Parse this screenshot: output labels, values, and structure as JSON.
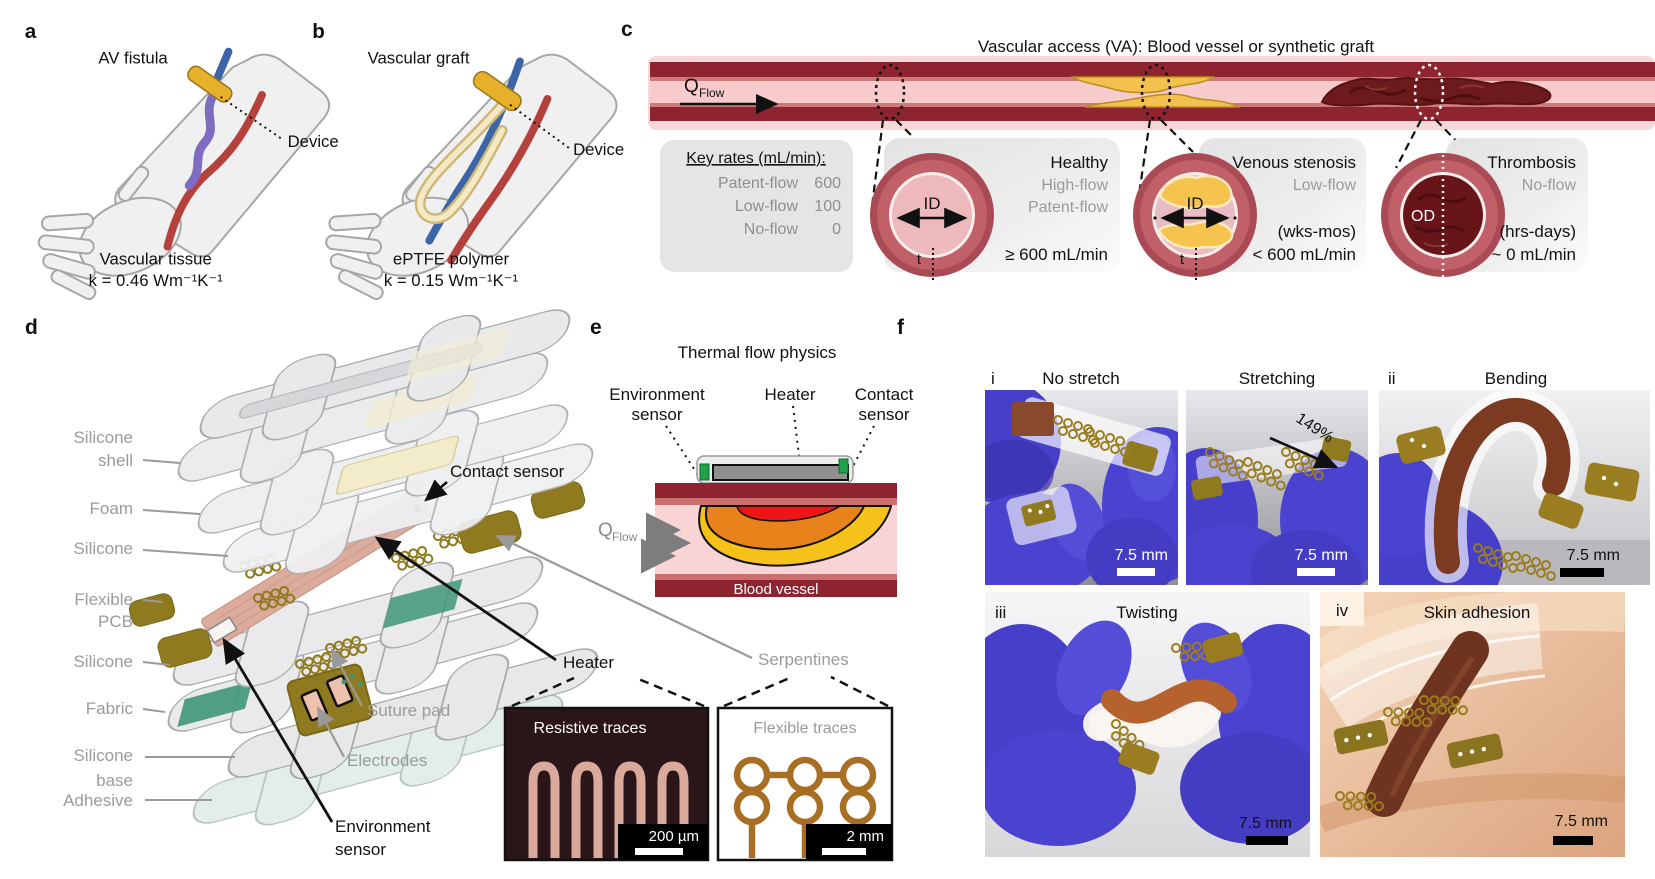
{
  "panels": {
    "a": {
      "letter": "a",
      "title": "AV fistula",
      "device": "Device",
      "cap1": "Vascular tissue",
      "cap2": "k = 0.46 Wm⁻¹K⁻¹"
    },
    "b": {
      "letter": "b",
      "title": "Vascular graft",
      "device": "Device",
      "cap1": "ePTFE polymer",
      "cap2": "k = 0.15 Wm⁻¹K⁻¹"
    },
    "c": {
      "letter": "c",
      "title": "Vascular access (VA): Blood vessel or synthetic graft",
      "qflow": "Q",
      "qflow_sub": "Flow",
      "key_rates": {
        "title": "Key rates (mL/min):",
        "rows": [
          {
            "label": "Patent-flow",
            "value": "600"
          },
          {
            "label": "Low-flow",
            "value": "100"
          },
          {
            "label": "No-flow",
            "value": "0"
          }
        ]
      },
      "cards": [
        {
          "name": "Healthy",
          "line1": "High-flow",
          "line2": "Patent-flow",
          "rate": "≥ 600 mL/min",
          "id": "ID",
          "t": "t"
        },
        {
          "name": "Venous stenosis",
          "line1": "Low-flow",
          "dur": "(wks-mos)",
          "rate": "< 600 mL/min",
          "id": "ID",
          "t": "t"
        },
        {
          "name": "Thrombosis",
          "line1": "No-flow",
          "dur": "(hrs-days)",
          "rate": "~ 0 mL/min",
          "od": "OD"
        }
      ]
    },
    "d": {
      "letter": "d",
      "layers": [
        [
          "Silicone",
          "shell"
        ],
        [
          "Foam"
        ],
        [
          "Silicone"
        ],
        [
          "Flexible",
          "PCB"
        ],
        [
          "Silicone"
        ],
        [
          "Fabric"
        ],
        [
          "Silicone",
          "base"
        ],
        [
          "Adhesive"
        ]
      ],
      "callouts": {
        "contact": "Contact sensor",
        "heater": "Heater",
        "serpentines": "Serpentines",
        "suture": "Suture pad",
        "electrodes": "Electrodes",
        "env1": "Environment",
        "env2": "sensor"
      },
      "insets": {
        "resistive": {
          "title": "Resistive traces",
          "scale": "200 µm"
        },
        "flexible": {
          "title": "Flexible traces",
          "scale": "2 mm"
        }
      }
    },
    "e": {
      "letter": "e",
      "title": "Thermal flow physics",
      "env1": "Environment",
      "env2": "sensor",
      "heater": "Heater",
      "con1": "Contact",
      "con2": "sensor",
      "qflow": "Q",
      "qflow_sub": "Flow",
      "vessel": "Blood vessel"
    },
    "f": {
      "letter": "f",
      "i": {
        "num": "i",
        "t1": "No stretch",
        "t2": "Stretching",
        "stretch": "149%",
        "scale1": "7.5 mm",
        "scale2": "7.5 mm"
      },
      "ii": {
        "num": "ii",
        "title": "Bending",
        "scale": "7.5 mm"
      },
      "iii": {
        "num": "iii",
        "title": "Twisting",
        "scale": "7.5 mm"
      },
      "iv": {
        "num": "iv",
        "title": "Skin adhesion",
        "scale": "7.5 mm"
      }
    }
  },
  "colors": {
    "vessel_wall": "#8e2430",
    "vessel_lining": "#cb6f6f",
    "lumen_pink": "#f7cbcb",
    "plaque_yellow": "#f2c14e",
    "thrombus_maroon": "#6d1a1c",
    "ring_red": "#c26069",
    "device_yellow": "#e7b02a",
    "artery_red": "#b5413c",
    "vein_blue": "#3c64a8",
    "fistula_purple": "#7e6cc0",
    "graft_cream": "#eee0b0",
    "pcb_gold": "#8f7a1f",
    "heater_pink": "#dcab9c",
    "fabric_green": "#3f9678",
    "foam_cream": "#f3ecc8",
    "glove_blue": "#4a43cf",
    "copper": "#8a4a2e",
    "skin": "#e9bd9c",
    "plume_red": "#ed1515",
    "plume_orange": "#e8821a",
    "plume_yellow": "#f6c21a",
    "gray_label": "#9b9b9b"
  }
}
